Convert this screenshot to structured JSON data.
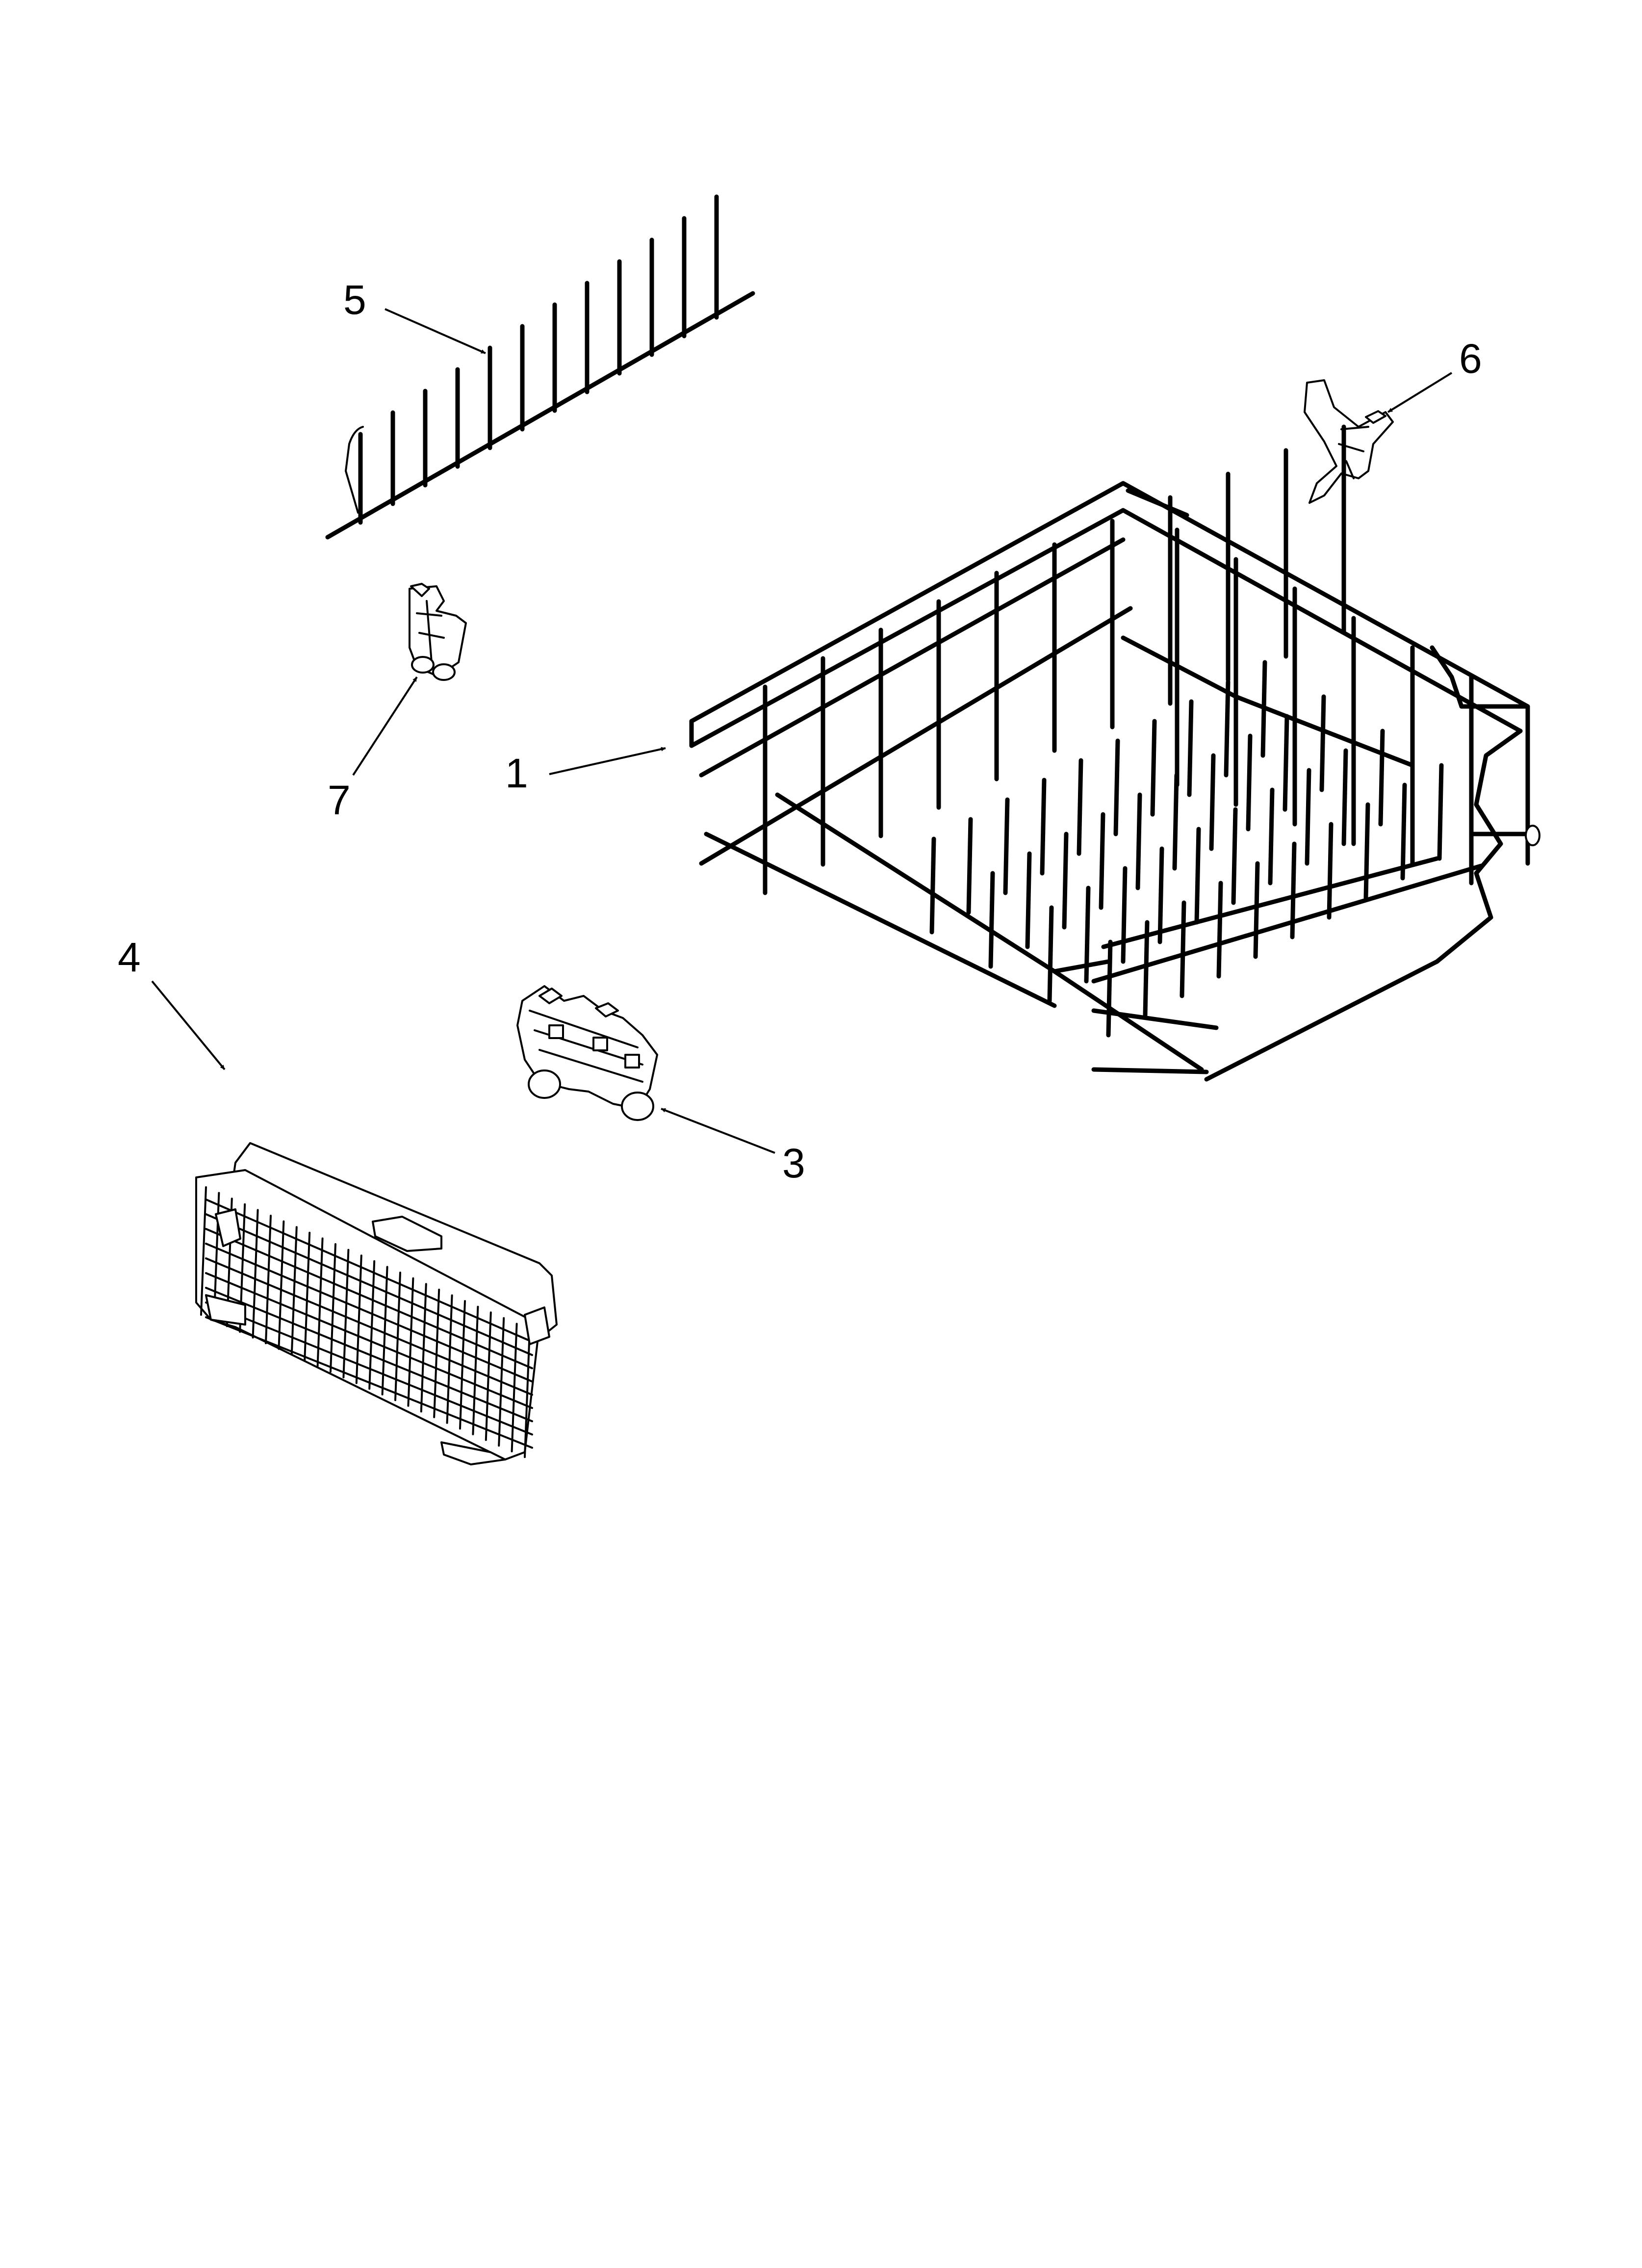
{
  "callouts": [
    {
      "id": "rack",
      "label": "1"
    },
    {
      "id": "roller",
      "label": "3"
    },
    {
      "id": "basket",
      "label": "4"
    },
    {
      "id": "tine-row",
      "label": "5"
    },
    {
      "id": "clip-right",
      "label": "6"
    },
    {
      "id": "clip-left",
      "label": "7"
    }
  ],
  "colors": {
    "ink": "#000000",
    "paper": "#ffffff"
  }
}
